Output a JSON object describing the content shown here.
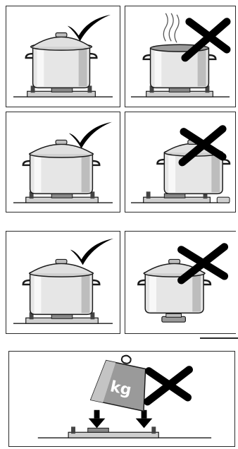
{
  "figure": {
    "panels": [
      {
        "id": "p1",
        "verdict": "correct",
        "mark": "check-icon",
        "scene": "lidded-pot-on-burner"
      },
      {
        "id": "p2",
        "verdict": "incorrect",
        "mark": "cross-icon",
        "scene": "steaming-pot-without-lid"
      },
      {
        "id": "p3",
        "verdict": "correct",
        "mark": "check-icon",
        "scene": "pot-centered-on-burner"
      },
      {
        "id": "p4",
        "verdict": "incorrect",
        "mark": "cross-icon",
        "scene": "pot-off-center-on-burner"
      },
      {
        "id": "p5",
        "verdict": "correct",
        "mark": "check-icon",
        "scene": "pot-on-matching-burner"
      },
      {
        "id": "p6",
        "verdict": "incorrect",
        "mark": "cross-icon",
        "scene": "pot-on-too-small-burner"
      },
      {
        "id": "p7",
        "verdict": "incorrect",
        "mark": "cross-icon",
        "scene": "heavy-weight-pressing-burner"
      }
    ],
    "weight_label": "kg",
    "colors": {
      "line": "#1a1a1a",
      "pot_light": "#e6e6e6",
      "pot_mid": "#bdbdbd",
      "pot_dark": "#8a8a8a",
      "weight": "#9a9a9a"
    }
  }
}
